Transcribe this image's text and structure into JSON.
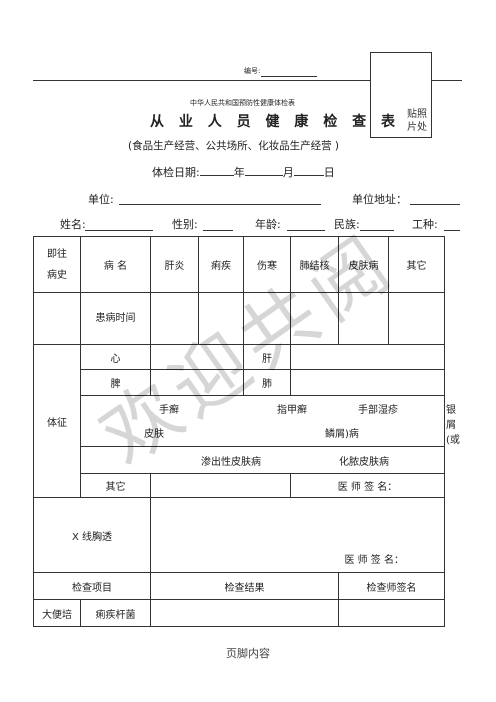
{
  "header": {
    "number_label": "编号:",
    "subtitle": "中华人民共和国预防性健康体检表",
    "title": "从 业 人 员 健 康 检 查 表",
    "scope": "(食品生产经营、公共场所、化妆品生产经营 )",
    "photo": [
      "贴照",
      "片处"
    ]
  },
  "date": {
    "label": "体检日期:",
    "year": "年",
    "month": "月",
    "day": "日"
  },
  "unit": {
    "label": "单位:",
    "address_label": "单位地址："
  },
  "person": {
    "name": "姓名:",
    "gender": "性别:",
    "age": "年龄:",
    "ethnicity": "民族:",
    "job": "工种:"
  },
  "history": {
    "label": "即往病史",
    "disease_name": "病 名",
    "diseases": [
      "肝炎",
      "痢疾",
      "伤寒",
      "肺结核",
      "皮肤病",
      "其它"
    ],
    "duration": "患病时间"
  },
  "exam": {
    "label": "体征",
    "heart": "心",
    "liver": "肝",
    "spleen": "脾",
    "lung": "肺",
    "skin": "皮肤",
    "skin_items": [
      "手癣",
      "指甲癣",
      "手部湿疹",
      "银屑(或"
    ],
    "skin_items_cont": "鳞屑)病",
    "skin_items_2": [
      "渗出性皮肤病",
      "化脓皮肤病"
    ],
    "other": "其它",
    "doctor_sign": "医 师 签 名："
  },
  "xray": {
    "label": "X 线胸透",
    "doctor_sign": "医 师 签 名："
  },
  "lab": {
    "item_header": "检查项目",
    "result_header": "检查结果",
    "signer_header": "检查师签名",
    "stool": "大便培",
    "dysentery": "痢疾杆菌"
  },
  "watermark": "欢迎共阅",
  "footer": "页脚内容"
}
